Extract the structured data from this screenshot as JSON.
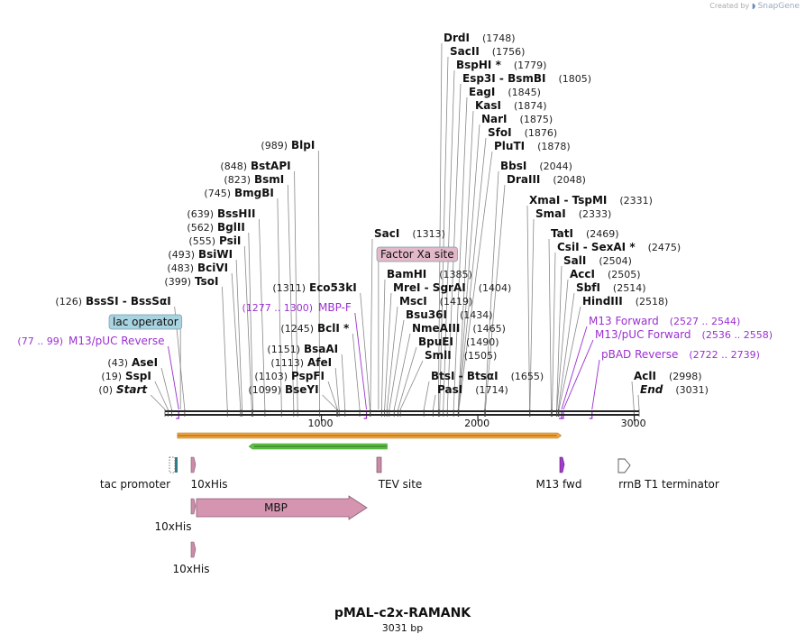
{
  "credit": {
    "created_by": "Created by",
    "brand": "SnapGene"
  },
  "plasmid": {
    "name": "pMAL-c2x-RAMANK",
    "length_text": "3031 bp",
    "length": 3031
  },
  "ruler": {
    "ticks": [
      {
        "pos": 1000,
        "label": "1000"
      },
      {
        "pos": 2000,
        "label": "2000"
      },
      {
        "pos": 3000,
        "label": "3000"
      }
    ]
  },
  "sites": [
    {
      "name": "Start",
      "num": "(0)",
      "pos": 0,
      "side": "left",
      "italic": true
    },
    {
      "name": "SspI",
      "num": "(19)",
      "pos": 19,
      "side": "left"
    },
    {
      "name": "AseI",
      "num": "(43)",
      "pos": 43,
      "side": "left"
    },
    {
      "name": "BssSI  -  BssSαI",
      "num": "(126)",
      "pos": 126,
      "side": "left"
    },
    {
      "name": "TsoI",
      "num": "(399)",
      "pos": 399,
      "side": "left"
    },
    {
      "name": "BciVI",
      "num": "(483)",
      "pos": 483,
      "side": "left"
    },
    {
      "name": "BsiWI",
      "num": "(493)",
      "pos": 493,
      "side": "left"
    },
    {
      "name": "PsiI",
      "num": "(555)",
      "pos": 555,
      "side": "left"
    },
    {
      "name": "BglII",
      "num": "(562)",
      "pos": 562,
      "side": "left"
    },
    {
      "name": "BssHII",
      "num": "(639)",
      "pos": 639,
      "side": "left"
    },
    {
      "name": "BmgBI",
      "num": "(745)",
      "pos": 745,
      "side": "left"
    },
    {
      "name": "BsmI",
      "num": "(823)",
      "pos": 823,
      "side": "left"
    },
    {
      "name": "BstAPI",
      "num": "(848)",
      "pos": 848,
      "side": "left"
    },
    {
      "name": "BlpI",
      "num": "(989)",
      "pos": 989,
      "side": "left"
    },
    {
      "name": "BseYI",
      "num": "(1099)",
      "pos": 1099,
      "side": "left"
    },
    {
      "name": "PspFI",
      "num": "(1103)",
      "pos": 1103,
      "side": "left"
    },
    {
      "name": "AfeI",
      "num": "(1113)",
      "pos": 1113,
      "side": "left"
    },
    {
      "name": "BsaAI",
      "num": "(1151)",
      "pos": 1151,
      "side": "left"
    },
    {
      "name": "BclI *",
      "num": "(1245)",
      "pos": 1245,
      "side": "left"
    },
    {
      "name": "Eco53kI",
      "num": "(1311)",
      "pos": 1311,
      "side": "left"
    },
    {
      "name": "SacI",
      "num": "(1313)",
      "pos": 1313,
      "side": "right"
    },
    {
      "name": "BamHI",
      "num": "(1385)",
      "pos": 1385,
      "side": "right"
    },
    {
      "name": "MreI  -  SgrAI",
      "num": "(1404)",
      "pos": 1404,
      "side": "right"
    },
    {
      "name": "MscI",
      "num": "(1419)",
      "pos": 1419,
      "side": "right"
    },
    {
      "name": "Bsu36I",
      "num": "(1434)",
      "pos": 1434,
      "side": "right"
    },
    {
      "name": "NmeAIII",
      "num": "(1465)",
      "pos": 1465,
      "side": "right"
    },
    {
      "name": "BpuEI",
      "num": "(1490)",
      "pos": 1490,
      "side": "right"
    },
    {
      "name": "SmlI",
      "num": "(1505)",
      "pos": 1505,
      "side": "right"
    },
    {
      "name": "BtsI  -  BtsαI",
      "num": "(1655)",
      "pos": 1655,
      "side": "right"
    },
    {
      "name": "PasI",
      "num": "(1714)",
      "pos": 1714,
      "side": "right"
    },
    {
      "name": "DrdI",
      "num": "(1748)",
      "pos": 1748,
      "side": "right"
    },
    {
      "name": "SacII",
      "num": "(1756)",
      "pos": 1756,
      "side": "right"
    },
    {
      "name": "BspHI *",
      "num": "(1779)",
      "pos": 1779,
      "side": "right"
    },
    {
      "name": "Esp3I  -  BsmBI",
      "num": "(1805)",
      "pos": 1805,
      "side": "right"
    },
    {
      "name": "EagI",
      "num": "(1845)",
      "pos": 1845,
      "side": "right"
    },
    {
      "name": "KasI",
      "num": "(1874)",
      "pos": 1874,
      "side": "right"
    },
    {
      "name": "NarI",
      "num": "(1875)",
      "pos": 1875,
      "side": "right"
    },
    {
      "name": "SfoI",
      "num": "(1876)",
      "pos": 1876,
      "side": "right"
    },
    {
      "name": "PluTI",
      "num": "(1878)",
      "pos": 1878,
      "side": "right"
    },
    {
      "name": "BbsI",
      "num": "(2044)",
      "pos": 2044,
      "side": "right"
    },
    {
      "name": "DraIII",
      "num": "(2048)",
      "pos": 2048,
      "side": "right"
    },
    {
      "name": "XmaI  -  TspMI",
      "num": "(2331)",
      "pos": 2331,
      "side": "right"
    },
    {
      "name": "SmaI",
      "num": "(2333)",
      "pos": 2333,
      "side": "right"
    },
    {
      "name": "TatI",
      "num": "(2469)",
      "pos": 2469,
      "side": "right"
    },
    {
      "name": "CsiI  -  SexAI *",
      "num": "(2475)",
      "pos": 2475,
      "side": "right"
    },
    {
      "name": "SalI",
      "num": "(2504)",
      "pos": 2504,
      "side": "right"
    },
    {
      "name": "AccI",
      "num": "(2505)",
      "pos": 2505,
      "side": "right"
    },
    {
      "name": "SbfI",
      "num": "(2514)",
      "pos": 2514,
      "side": "right"
    },
    {
      "name": "HindIII",
      "num": "(2518)",
      "pos": 2518,
      "side": "right"
    },
    {
      "name": "AclI",
      "num": "(2998)",
      "pos": 2998,
      "side": "right"
    },
    {
      "name": "End",
      "num": "(3031)",
      "pos": 3031,
      "side": "right",
      "italic": true
    }
  ],
  "primers": [
    {
      "name": "M13/pUC Reverse",
      "range": "(77 .. 99)",
      "pos": 88,
      "side": "left",
      "color": "#9b30d0"
    },
    {
      "name": "MBP-F",
      "range": "(1277 .. 1300)",
      "pos": 1288,
      "side": "left",
      "color": "#9b30d0"
    },
    {
      "name": "M13 Forward",
      "range": "(2527 .. 2544)",
      "pos": 2535,
      "side": "right",
      "color": "#9b30d0"
    },
    {
      "name": "M13/pUC Forward",
      "range": "(2536 .. 2558)",
      "pos": 2547,
      "side": "right",
      "color": "#9b30d0"
    },
    {
      "name": "pBAD Reverse",
      "range": "(2722 .. 2739)",
      "pos": 2730,
      "side": "right",
      "color": "#9b30d0"
    }
  ],
  "box_labels": [
    {
      "text": "lac operator",
      "pos": 99,
      "color": "#a8d3e0"
    },
    {
      "text": "Factor Xa site",
      "pos": 1365,
      "color": "#e3b8c8"
    }
  ],
  "features": [
    {
      "name": "tac promoter",
      "kind": "promoter",
      "pos": 50
    },
    {
      "name": "10xHis",
      "kind": "tag",
      "pos": 175
    },
    {
      "name": "TEV site",
      "kind": "site",
      "pos": 1365
    },
    {
      "name": "M13 fwd",
      "kind": "primer",
      "pos": 2535
    },
    {
      "name": "rrnB T1 terminator",
      "kind": "terminator",
      "pos": 2975
    },
    {
      "name": "MBP",
      "kind": "cds",
      "start": 215,
      "end": 1380
    },
    {
      "name": "10xHis",
      "kind": "tag",
      "pos": 175
    },
    {
      "name": "10xHis",
      "kind": "tag",
      "pos": 175
    }
  ],
  "colors": {
    "backbone": "#222222",
    "primer": "#9b30d0",
    "orange_arrow": "#f7a437",
    "green_arrow": "#5cc245",
    "mbp_fill": "#d595b0",
    "tag_fill": "#c98da8",
    "m13_fill": "#a43bcc",
    "leader": "#888888"
  }
}
